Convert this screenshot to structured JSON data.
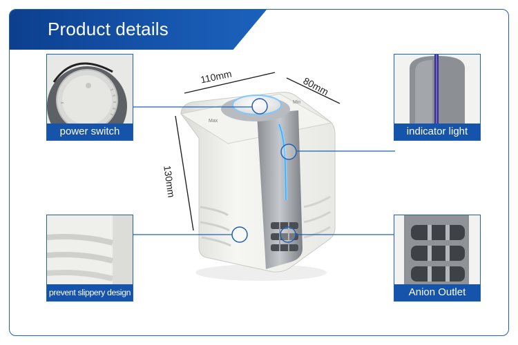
{
  "header": {
    "title": "Product details"
  },
  "dimensions": {
    "width": "110mm",
    "depth": "80mm",
    "height": "130mm"
  },
  "callouts": {
    "power_switch": "power switch",
    "indicator_light": "indicator light",
    "prevent_slippery": "prevent slippery design",
    "anion_outlet": "Anion Outlet"
  },
  "device_text": {
    "max": "Max",
    "min": "Min"
  },
  "colors": {
    "brand_blue": "#1653ab",
    "accent_light_blue": "#3fa9f5"
  },
  "icons": [
    "dial-icon",
    "indicator-strip-icon",
    "grip-ridges-icon",
    "vent-slots-icon"
  ]
}
